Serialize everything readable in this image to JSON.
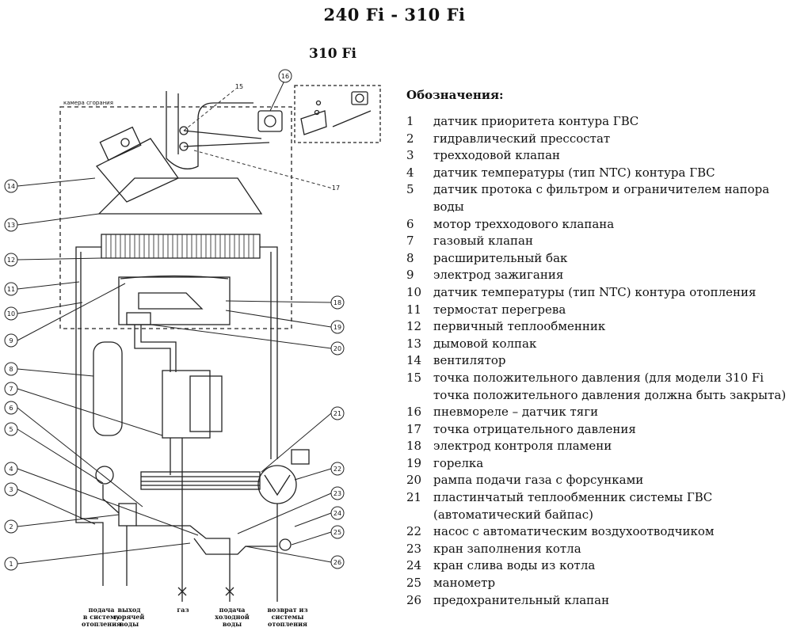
{
  "title": "240 Fi - 310 Fi",
  "subtitle": "310 Fi",
  "chamber_label": "камера сгорания",
  "legend": {
    "heading": "Обозначения:",
    "items": [
      {
        "num": "1",
        "text": "датчик приоритета контура ГВС"
      },
      {
        "num": "2",
        "text": "гидравлический прессостат"
      },
      {
        "num": "3",
        "text": "трехходовой клапан"
      },
      {
        "num": "4",
        "text": "датчик температуры (тип NTC) контура ГВС"
      },
      {
        "num": "5",
        "text": "датчик протока с фильтром и ограничителем напора воды"
      },
      {
        "num": "6",
        "text": "мотор трехходового клапана"
      },
      {
        "num": "7",
        "text": "газовый клапан"
      },
      {
        "num": "8",
        "text": "расширительный бак"
      },
      {
        "num": "9",
        "text": "электрод зажигания"
      },
      {
        "num": "10",
        "text": "датчик температуры (тип NTC) контура отопления"
      },
      {
        "num": "11",
        "text": "термостат перегрева"
      },
      {
        "num": "12",
        "text": "первичный теплообменник"
      },
      {
        "num": "13",
        "text": "дымовой колпак"
      },
      {
        "num": "14",
        "text": "вентилятор"
      },
      {
        "num": "15",
        "text": "точка положительного давления (для модели 310 Fi точка положительного давления должна быть закрыта)"
      },
      {
        "num": "16",
        "text": "пневмореле – датчик тяги"
      },
      {
        "num": "17",
        "text": "точка отрицательного давления"
      },
      {
        "num": "18",
        "text": "электрод контроля пламени"
      },
      {
        "num": "19",
        "text": "горелка"
      },
      {
        "num": "20",
        "text": "рампа подачи газа с форсунками"
      },
      {
        "num": "21",
        "text": "пластинчатый теплообменник системы ГВС (автоматический байпас)"
      },
      {
        "num": "22",
        "text": "насос с автоматическим воздухоотводчиком"
      },
      {
        "num": "23",
        "text": "кран заполнения котла"
      },
      {
        "num": "24",
        "text": "кран слива воды из котла"
      },
      {
        "num": "25",
        "text": "манометр"
      },
      {
        "num": "26",
        "text": "предохранительный клапан"
      }
    ]
  },
  "callouts": {
    "c1": "1",
    "c2": "2",
    "c3": "3",
    "c4": "4",
    "c5": "5",
    "c6": "6",
    "c7": "7",
    "c8": "8",
    "c9": "9",
    "c10": "10",
    "c11": "11",
    "c12": "12",
    "c13": "13",
    "c14": "14",
    "c15": "15",
    "c16": "16",
    "c17": "17",
    "c18": "18",
    "c19": "19",
    "c20": "20",
    "c21": "21",
    "c22": "22",
    "c23": "23",
    "c24": "24",
    "c25": "25",
    "c26": "26"
  },
  "bottom_labels": {
    "heating_supply": "подача\nв систему\nотопления",
    "hot_water_out": "выход\nгорячей\nводы",
    "gas": "газ",
    "cold_water_in": "подача\nхолодной\nводы",
    "heating_return": "возврат из\nсистемы\nотопления"
  }
}
